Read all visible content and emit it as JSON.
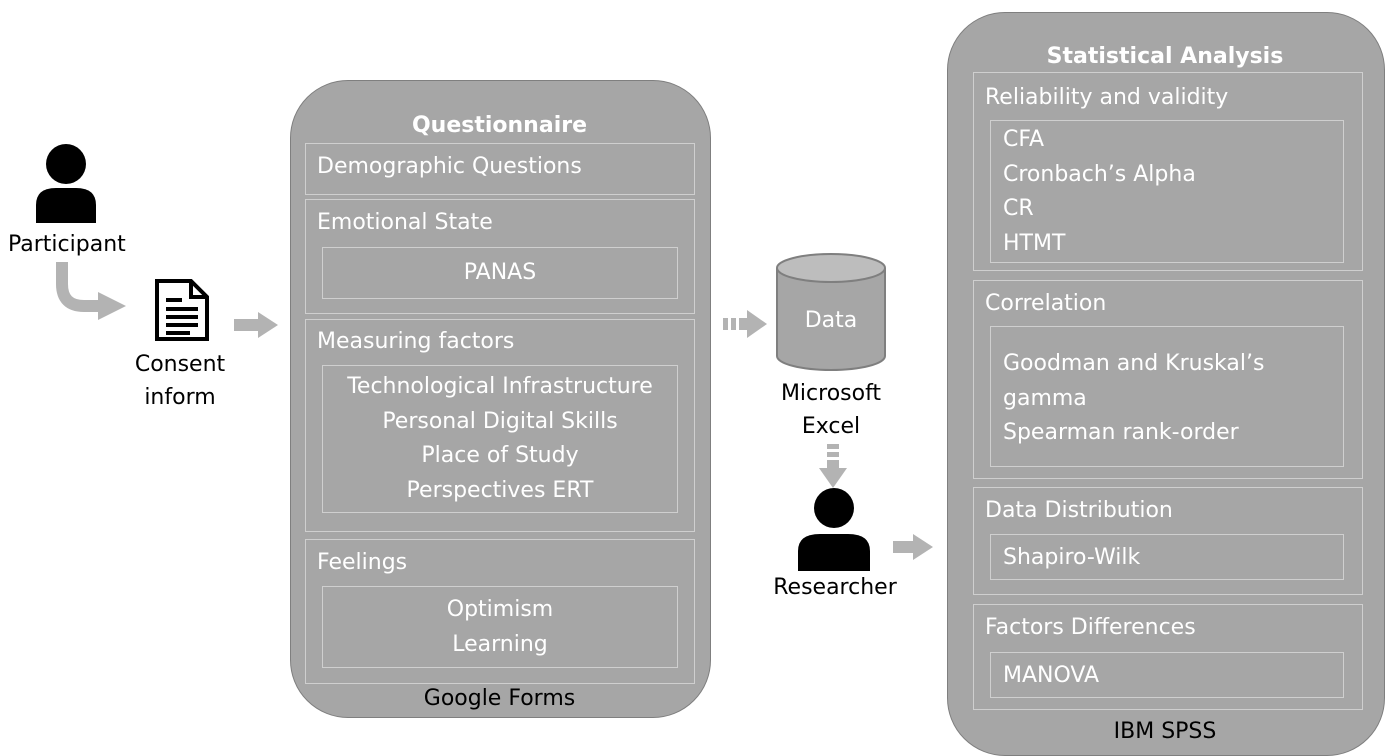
{
  "colors": {
    "panel": "#a6a6a6",
    "panel_border": "#7f7f7f",
    "inner_border": "#cfcfcf",
    "arrow": "#b3b3b3",
    "person": "#000000"
  },
  "participant": {
    "icon": "person-icon",
    "label": "Participant"
  },
  "consent": {
    "icon": "document-icon",
    "label_line1": "Consent",
    "label_line2": "inform"
  },
  "questionnaire": {
    "title": "Questionnaire",
    "footer": "Google Forms",
    "sections": {
      "demographic": {
        "title": "Demographic Questions"
      },
      "emotional": {
        "title": "Emotional State",
        "items": [
          "PANAS"
        ]
      },
      "measuring": {
        "title": "Measuring factors",
        "items": [
          "Technological Infrastructure",
          "Personal Digital Skills",
          "Place of Study",
          "Perspectives ERT"
        ]
      },
      "feelings": {
        "title": "Feelings",
        "items": [
          "Optimism",
          "Learning"
        ]
      }
    }
  },
  "data_store": {
    "icon": "database-icon",
    "label": "Data",
    "caption_line1": "Microsoft",
    "caption_line2": "Excel"
  },
  "researcher": {
    "icon": "person-icon",
    "label": "Researcher"
  },
  "analysis": {
    "title": "Statistical Analysis",
    "footer": "IBM SPSS",
    "sections": {
      "reliability": {
        "title": "Reliability and validity",
        "items": [
          "CFA",
          "Cronbach’s Alpha",
          "CR",
          "HTMT"
        ]
      },
      "correlation": {
        "title": "Correlation",
        "items": [
          "Goodman and Kruskal’s",
          "gamma",
          "Spearman rank-order"
        ]
      },
      "distribution": {
        "title": "Data Distribution",
        "items": [
          "Shapiro-Wilk"
        ]
      },
      "differences": {
        "title": "Factors Differences",
        "items": [
          "MANOVA"
        ]
      }
    }
  }
}
